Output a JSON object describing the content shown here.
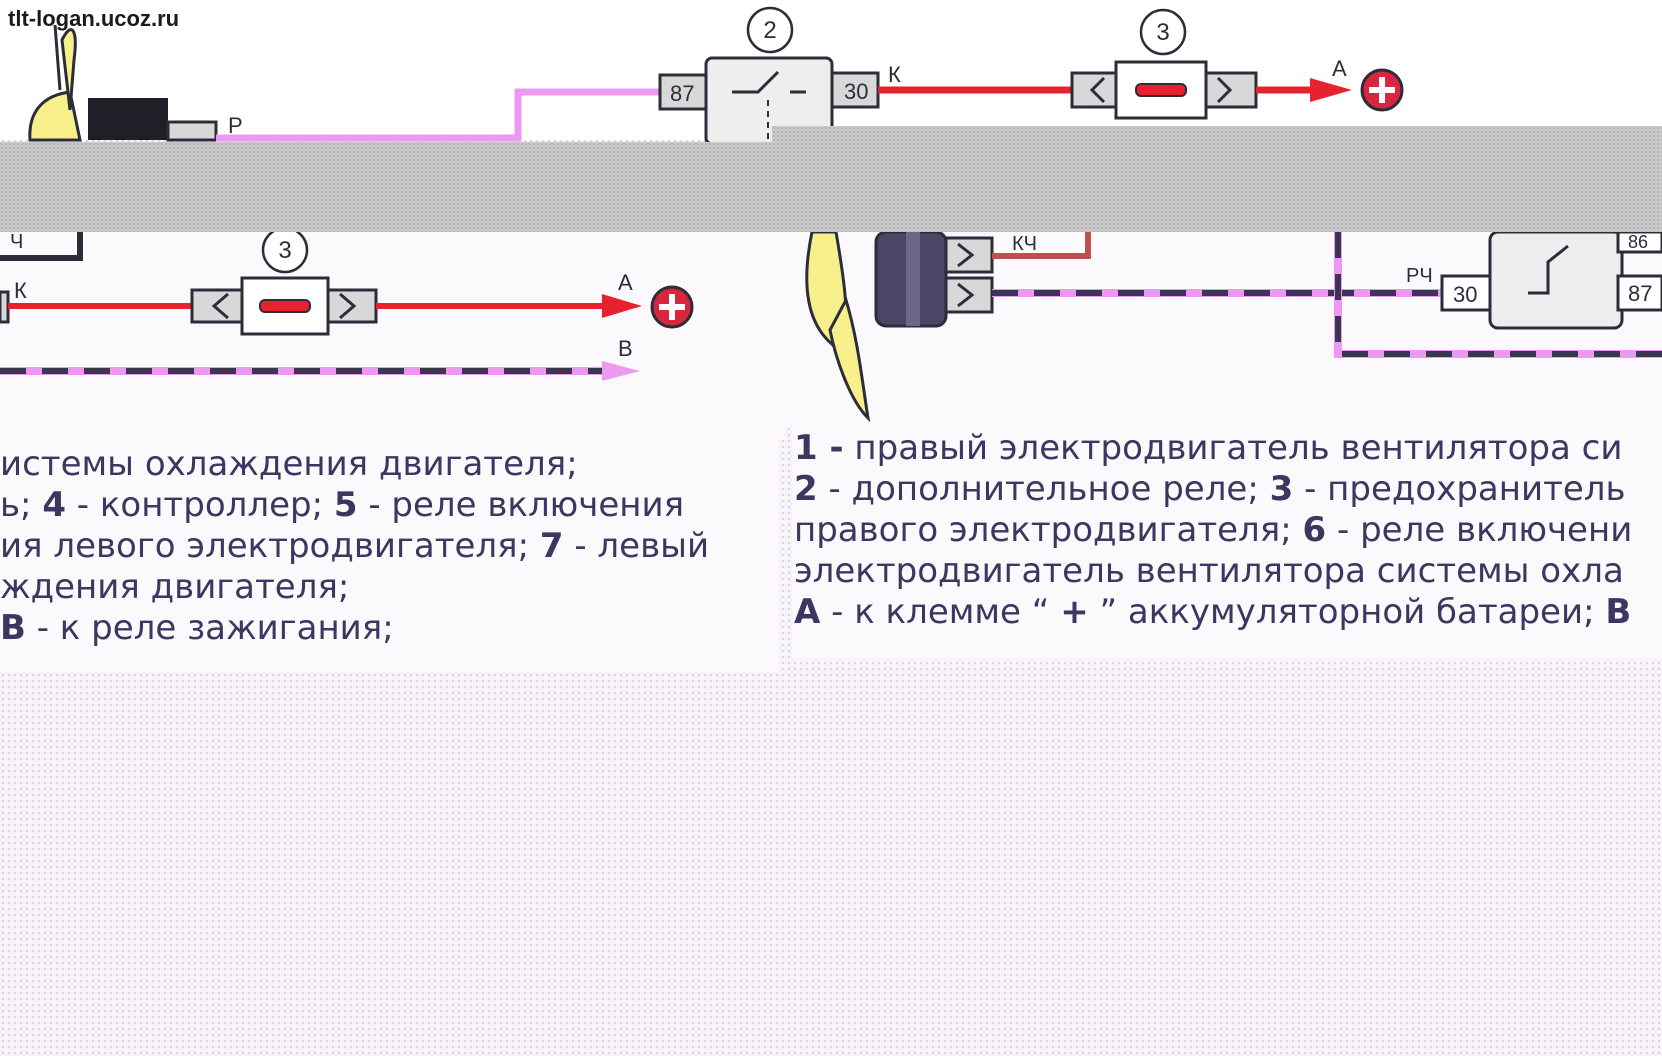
{
  "watermark": "tlt-logan.ucoz.ru",
  "colors": {
    "wire_red": "#e8212e",
    "wire_pink": "#ee99f1",
    "wire_dashed_dark": "#3a3550",
    "plus_circle": "#d7263d",
    "component_outline": "#2d2c3a"
  },
  "top": {
    "relay_label": "2",
    "relay_pin_left": "87",
    "relay_pin_right": "30",
    "wire_label_k": "К",
    "fuse_label": "3",
    "terminal_a": "А",
    "motor_wire_label": "Р"
  },
  "left_panel": {
    "wire_label_top": "Ч",
    "fuse_label": "3",
    "wire_label_k": "К",
    "terminal_a": "А",
    "terminal_b": "В"
  },
  "right_panel": {
    "wire_label_kch": "КЧ",
    "wire_label_rch": "РЧ",
    "relay_pin_30": "30",
    "relay_pin_86": "86",
    "relay_pin_87": "87"
  },
  "legend_left": {
    "line1": "истемы охлаждения двигателя;",
    "line2_a": "ь; ",
    "line2_b": "4",
    "line2_c": " - контроллер; ",
    "line2_d": "5",
    "line2_e": " - реле включения",
    "line3_a": "ия левого электродвигателя; ",
    "line3_b": "7",
    "line3_c": " - левый",
    "line4": "ждения двигателя;",
    "line5_a": "В",
    "line5_b": " - к реле зажигания;"
  },
  "legend_right": {
    "line1_a": "1 -",
    "line1_b": " правый электродвигатель вентилятора си",
    "line2_a": "2",
    "line2_b": " - дополнительное реле; ",
    "line2_c": "3",
    "line2_d": " - предохранитель",
    "line3_a": "правого электродвигателя; ",
    "line3_b": "6",
    "line3_c": " - реле включени",
    "line4": "электродвигатель вентилятора системы охла",
    "line5_a": "А",
    "line5_b": " - к клемме “ ",
    "line5_c": "+",
    "line5_d": " ” аккумуляторной батареи; ",
    "line5_e": "В"
  }
}
